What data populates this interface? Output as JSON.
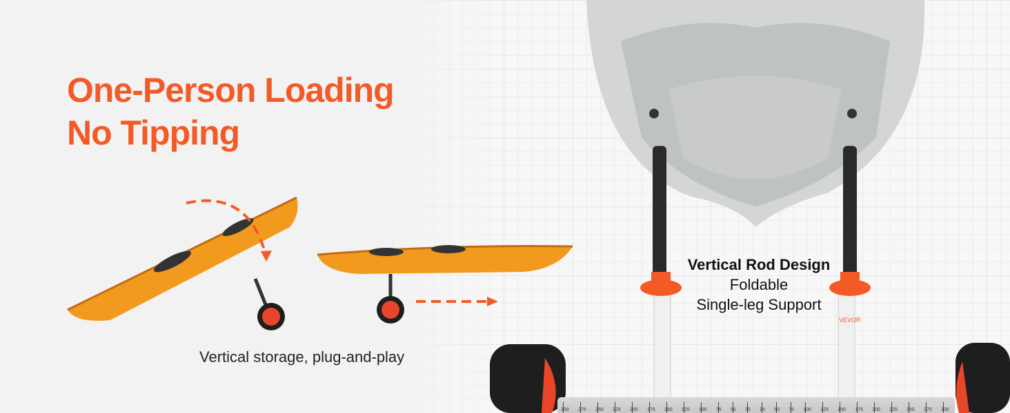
{
  "headline": {
    "line1": "One-Person Loading",
    "line2": "No Tipping"
  },
  "caption": "Vertical storage, plug-and-play",
  "feature": {
    "title": "Vertical Rod Design",
    "line1": "Foldable",
    "line2": "Single-leg Support"
  },
  "brand_mark": "VEVOR",
  "ruler_ticks": [
    "300",
    "275",
    "250",
    "225",
    "200",
    "175",
    "150",
    "125",
    "100",
    "75",
    "50",
    "25",
    "25",
    "50",
    "75",
    "100",
    "125",
    "150",
    "175",
    "200",
    "225",
    "250",
    "275",
    "300"
  ],
  "colors": {
    "accent": "#f45a26",
    "kayak": "#f29a1e",
    "background": "#f2f2f2"
  }
}
